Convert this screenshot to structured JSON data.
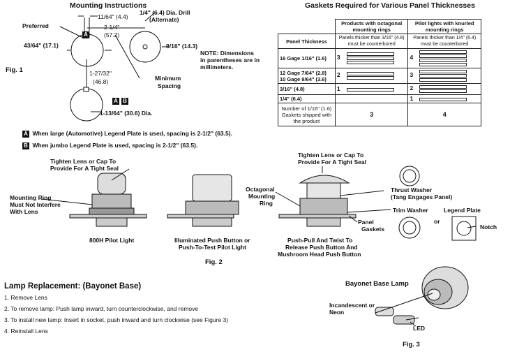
{
  "mounting": {
    "title": "Mounting Instructions",
    "dim_top": "11/64\" (4.4)",
    "preferred": "Preferred",
    "drill": "1/4\" (6.4) Dia. Drill",
    "drill_alt": "(Alternate)",
    "dim_2_1_4": "2-1/4\"",
    "dim_57_2": "(57.2)",
    "dim_43_64": "43/64\" (17.1)",
    "dim_9_16": "9/16\" (14.3)",
    "note_1": "NOTE:  Dimensions",
    "note_2": "in parentheses are in",
    "note_3": "millimeters.",
    "fig1": "Fig. 1",
    "dim_1_27": "1-27/32\"",
    "dim_46_8": "(46.8)",
    "minimum": "Minimum",
    "spacing": "Spacing",
    "dia": "1-13/64\" (30.6) Dia.",
    "label_a": "A",
    "label_b": "B",
    "note_a": "When large (Automotive) Legend Plate is used, spacing is 2-1/2\" (63.5).",
    "note_b": "When jumbo Legend Plate is used, spacing is 2-1/2\" (63.5)."
  },
  "gaskets": {
    "title": "Gaskets Required for Various Panel Thicknesses",
    "col_octagonal": "Products with octagonal mounting rings",
    "col_knurled": "Pilot lights with knurled mounting rings",
    "panel_thickness": "Panel Thickness",
    "note_oct": "Panels thicker than 3/16\" (4.8) must be counterbored",
    "note_knurl": "Panels thicker than 1/4\" (6.4) must be counterbored",
    "rows": [
      {
        "label": "16 Gage 1/16\" (1.6)",
        "oct": "3",
        "knurl": "4",
        "oct_bars": 3,
        "knurl_bars": 4
      },
      {
        "label": "12 Gage 7/64\" (2.8)\n10 Gage 9/64\" (3.6)",
        "oct": "2",
        "knurl": "3",
        "oct_bars": 2,
        "knurl_bars": 3
      },
      {
        "label": "3/16\" (4.8)",
        "oct": "1",
        "knurl": "2",
        "oct_bars": 1,
        "knurl_bars": 2
      },
      {
        "label": "1/4\" (6.4)",
        "oct": "",
        "knurl": "1",
        "oct_bars": 0,
        "knurl_bars": 1
      }
    ],
    "footer_label": "Number of 1/16\" (1.6) Gaskets shipped with the product",
    "footer_oct": "3",
    "footer_knurl": "4"
  },
  "fig2": {
    "tighten_1": "Tighten Lens or Cap To",
    "tighten_2": "Provide For A Tight Seal",
    "mounting_ring_1": "Mounting Ring",
    "mounting_ring_2": "Must Not Interfere",
    "mounting_ring_3": "With Lens",
    "pilot_light": "800H Pilot Light",
    "illum_1": "Illuminated Push Button or",
    "illum_2": "Push-To-Test Pilot Light",
    "octagonal_1": "Octagonal",
    "octagonal_2": "Mounting",
    "octagonal_3": "Ring",
    "tighten_b1": "Tighten Lens or Cap To",
    "tighten_b2": "Provide For A Tight Seal",
    "thrust_1": "Thrust Washer",
    "thrust_2": "(Tang Engages Panel)",
    "trim": "Trim Washer",
    "legend": "Legend Plate",
    "or": "or",
    "notch": "Notch",
    "panel": "Panel",
    "gaskets": "Gaskets",
    "pushpull_1": "Push-Pull And Twist To",
    "pushpull_2": "Release Push Button And",
    "pushpull_3": "Mushroom Head Push Button",
    "fig2": "Fig. 2"
  },
  "lamp": {
    "title": "Lamp Replacement: (Bayonet Base)",
    "steps": [
      "1. Remove Lens",
      "2. To remove lamp: Push lamp inward, turn counterclockwise, and remove",
      "3. To install new lamp: Insert in socket, push inward and turn clockwise (see Figure 3)",
      "4. Reinstall Lens"
    ],
    "bayonet_title": "Bayonet Base Lamp",
    "incand_1": "Incandescent or",
    "incand_2": "Neon",
    "led": "LED",
    "fig3": "Fig. 3"
  }
}
